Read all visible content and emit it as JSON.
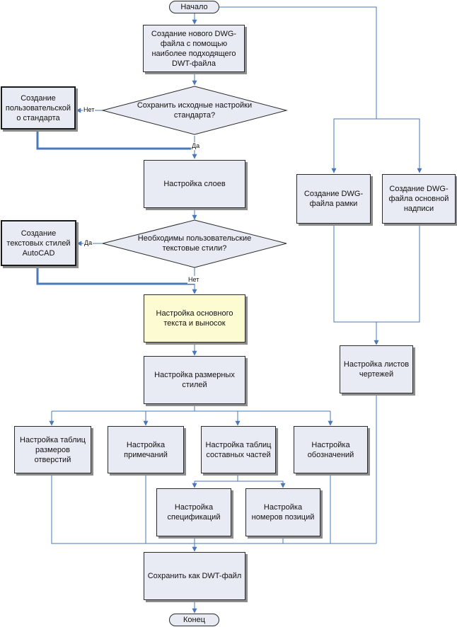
{
  "nodes": {
    "start": "Начало",
    "create_dwg": "Создание нового DWG-файла с помощью наиболее подходящего DWT-файла",
    "custom_standard": "Создание пользовательской о стандарта",
    "keep_settings_question": "Сохранить исходные настройки стандарта?",
    "layers": "Настройка слоев",
    "text_styles": "Создание текстовых стилей AutoCAD",
    "text_styles_question": "Необходимы пользовательские текстовые стили?",
    "main_text": "Настройка основного текста и выносок",
    "dim_styles": "Настройка размерных стилей",
    "hole_tables": "Настройка таблиц размеров отверстий",
    "notes": "Настройка примечаний",
    "parts_tables": "Настройка таблиц составных частей",
    "symbols": "Настройка обозначений",
    "specs": "Настройка спецификаций",
    "balloons": "Настройка номеров позиций",
    "save_dwt": "Сохранить как DWT-файл",
    "end": "Конец",
    "frame_dwg": "Создание DWG-файла рамки",
    "title_block_dwg": "Создание DWG-файла основной надписи",
    "drawing_sheets": "Настройка листов чертежей"
  },
  "labels": {
    "no_1": "Нет",
    "yes_1": "Да",
    "yes_2": "Да",
    "no_2": "Нет"
  },
  "colors": {
    "connector": "#4a78b8",
    "box_fill": "#e8ebf3",
    "highlight_fill": "#fdfbd2",
    "border": "#2b2b2b"
  }
}
